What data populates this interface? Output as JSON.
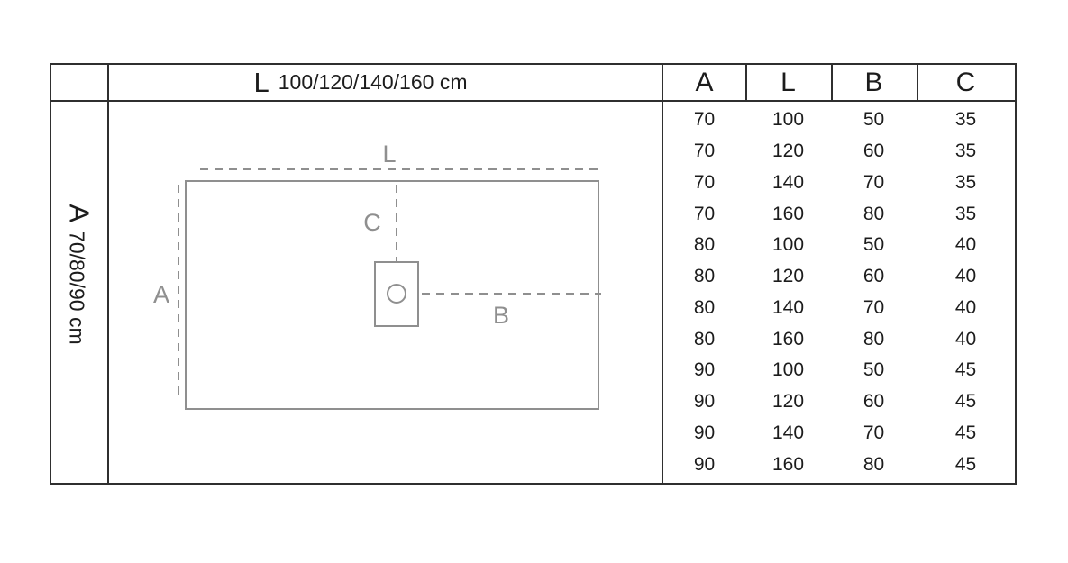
{
  "colors": {
    "frame": "#2f2f2f",
    "text": "#1c1c1c",
    "diagram": "#8f8f8f"
  },
  "left_axis": {
    "letter": "A",
    "range": "70/80/90 cm"
  },
  "top_header": {
    "letter": "L",
    "range": "100/120/140/160 cm"
  },
  "diagram": {
    "length_label": "L",
    "height_label": "A",
    "drain_offset_x_label": "B",
    "drain_offset_y_label": "C"
  },
  "table": {
    "headers": [
      "A",
      "L",
      "B",
      "C"
    ],
    "rows": [
      [
        "70",
        "100",
        "50",
        "35"
      ],
      [
        "70",
        "120",
        "60",
        "35"
      ],
      [
        "70",
        "140",
        "70",
        "35"
      ],
      [
        "70",
        "160",
        "80",
        "35"
      ],
      [
        "80",
        "100",
        "50",
        "40"
      ],
      [
        "80",
        "120",
        "60",
        "40"
      ],
      [
        "80",
        "140",
        "70",
        "40"
      ],
      [
        "80",
        "160",
        "80",
        "40"
      ],
      [
        "90",
        "100",
        "50",
        "45"
      ],
      [
        "90",
        "120",
        "60",
        "45"
      ],
      [
        "90",
        "140",
        "70",
        "45"
      ],
      [
        "90",
        "160",
        "80",
        "45"
      ]
    ]
  }
}
